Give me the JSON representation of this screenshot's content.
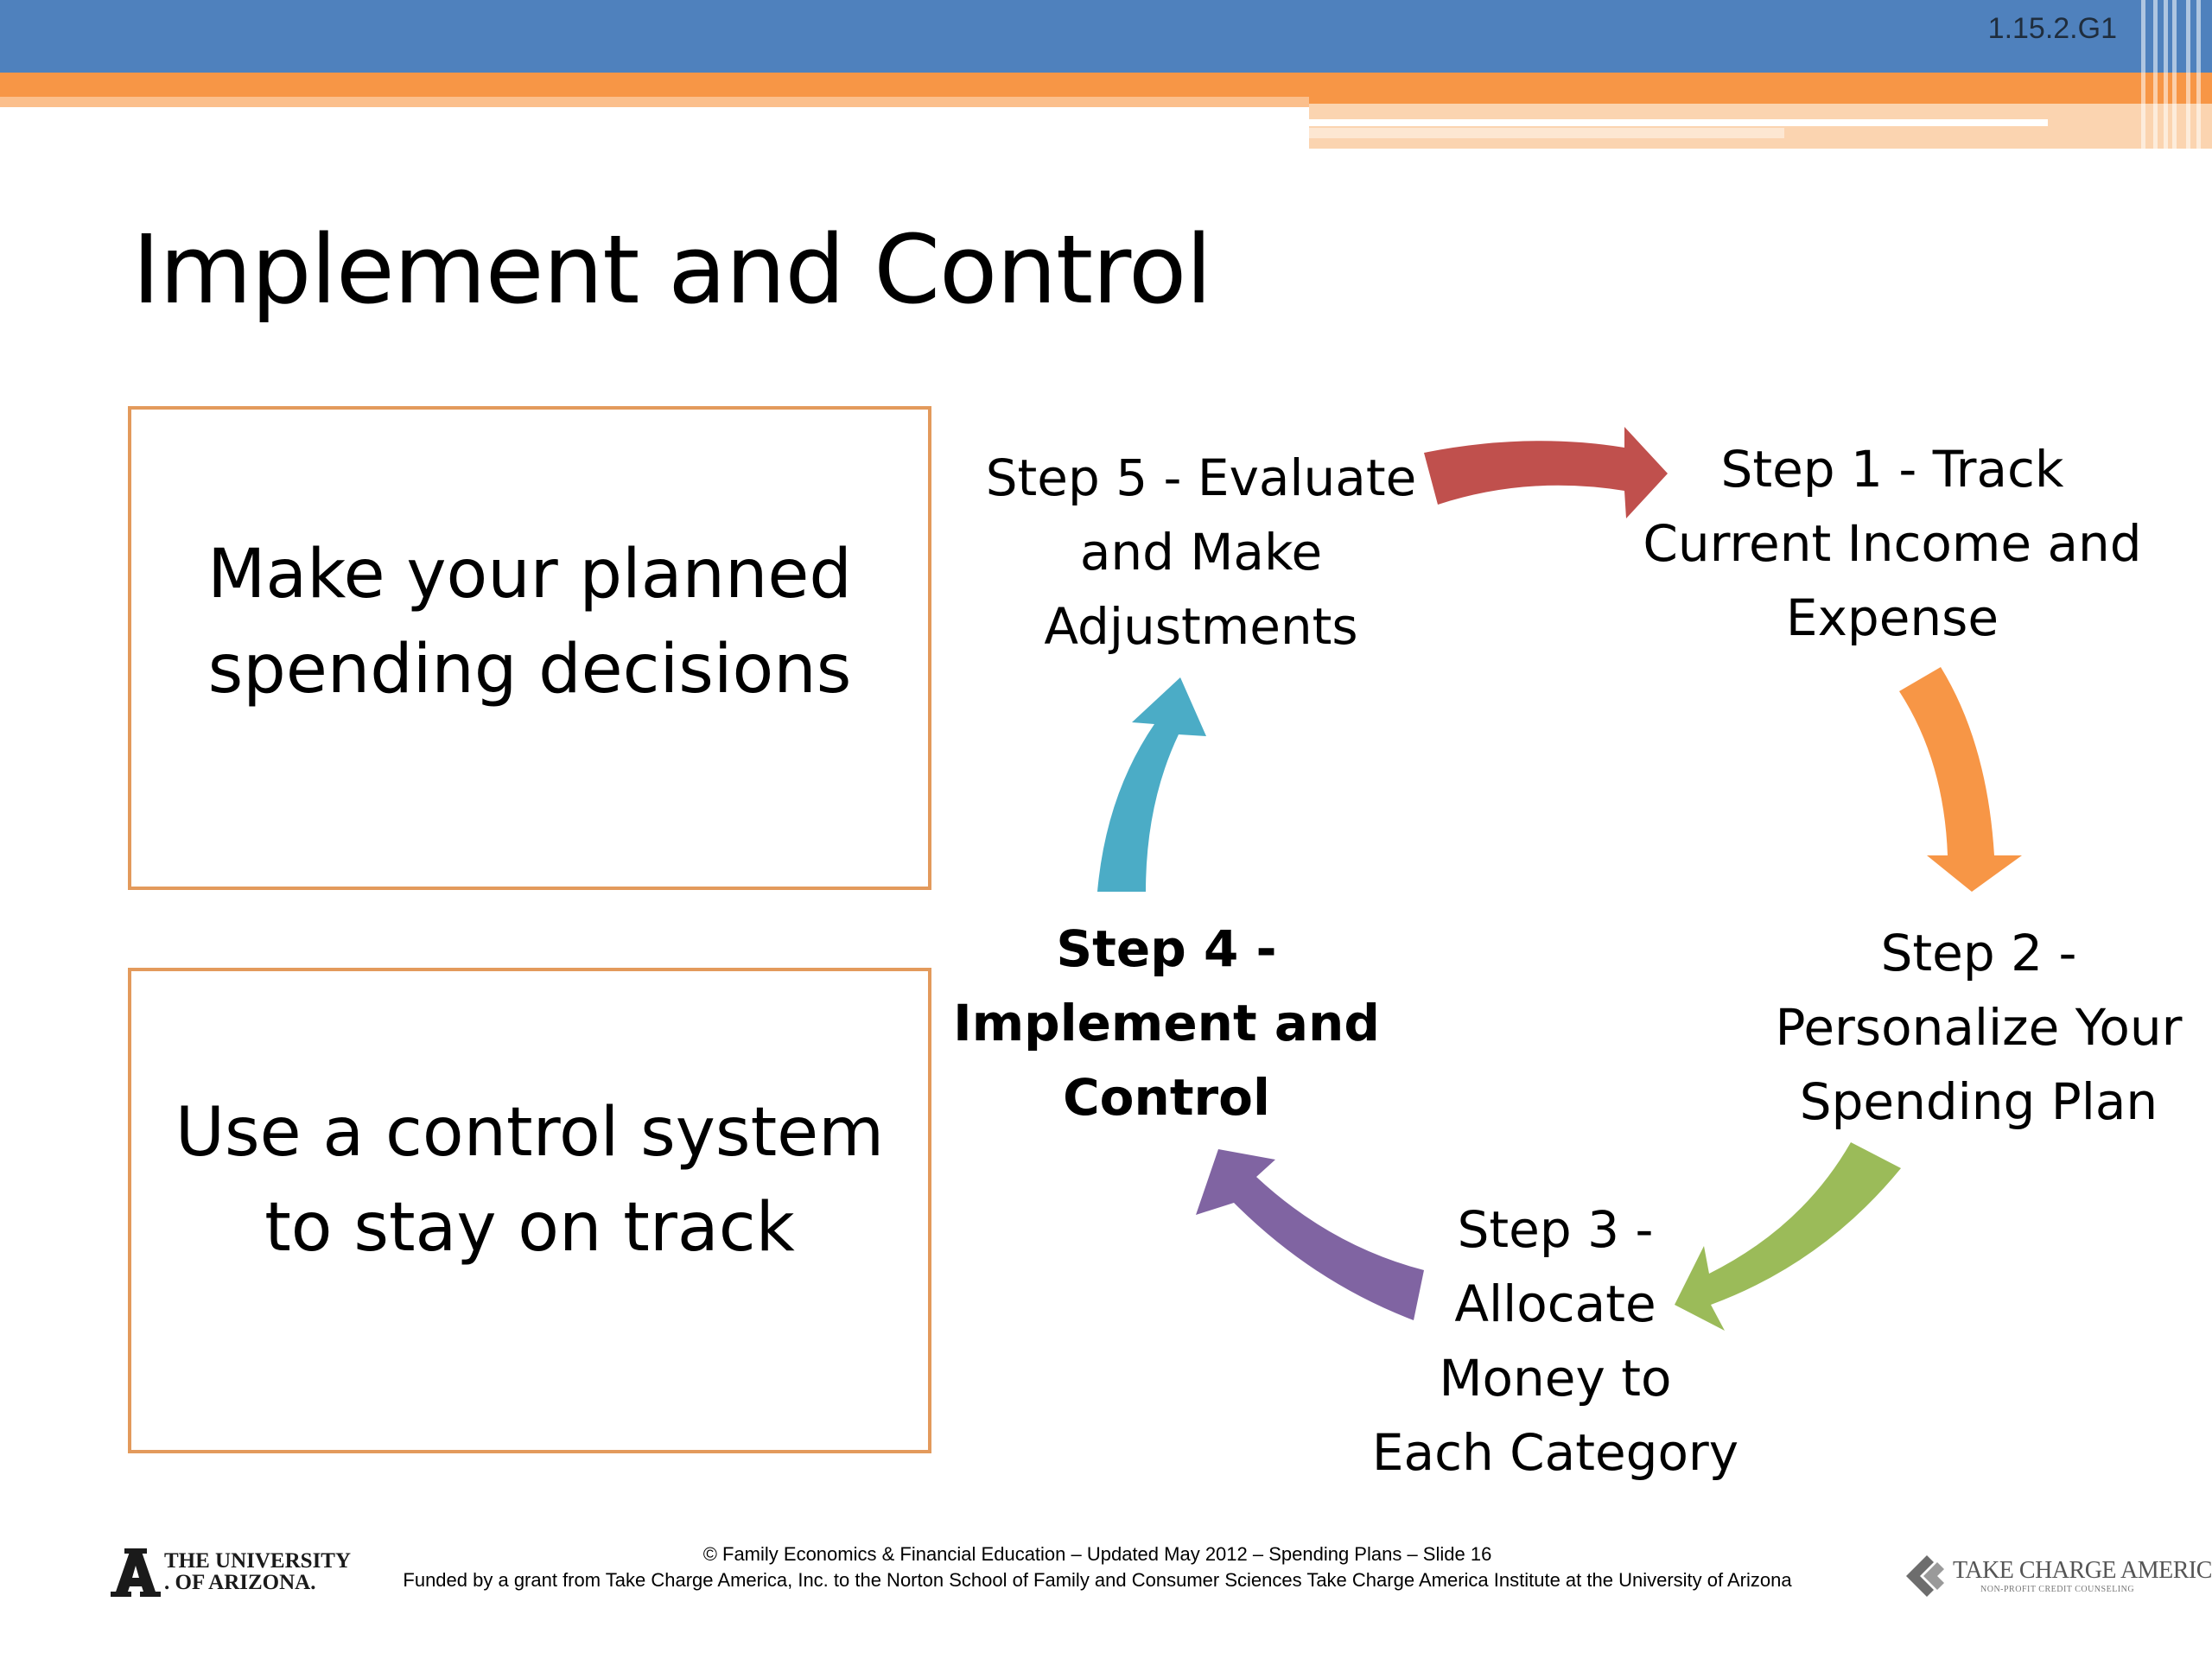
{
  "header": {
    "slide_code": "1.15.2.G1"
  },
  "title": "Implement and Control",
  "boxes": [
    {
      "lines": [
        "Make your planned",
        "spending decisions"
      ]
    },
    {
      "lines": [
        "Use a control system",
        "to stay on track"
      ]
    }
  ],
  "cycle": {
    "step1": {
      "lines": [
        "Step 1 - Track",
        "Current Income and",
        "Expense"
      ]
    },
    "step2": {
      "lines": [
        "Step 2 -",
        "Personalize Your",
        "Spending Plan"
      ]
    },
    "step3": {
      "lines": [
        "Step 3 -",
        "Allocate",
        "Money to",
        "Each Category"
      ]
    },
    "step4": {
      "lines": [
        "Step 4 -",
        "Implement and",
        "Control"
      ]
    },
    "step5": {
      "lines": [
        "Step 5 - Evaluate",
        "and Make",
        "Adjustments"
      ]
    },
    "colors": {
      "red": "#c0504d",
      "orange": "#f79646",
      "green": "#9bbb59",
      "purple": "#8064a2",
      "teal": "#4bacc6"
    }
  },
  "footer": {
    "line1": "© Family Economics & Financial Education – Updated May 2012 – Spending Plans – Slide 16",
    "line2": "Funded by a grant from Take Charge America, Inc. to the Norton School of Family and Consumer Sciences  Take Charge America Institute at the University of Arizona"
  },
  "logos": {
    "ua": {
      "line1": "THE UNIVERSITY",
      "line2": ". OF ARIZONA."
    },
    "tca": {
      "name": "TAKE CHARGE AMERICA",
      "sub": "NON-PROFIT CREDIT COUNSELING"
    }
  }
}
